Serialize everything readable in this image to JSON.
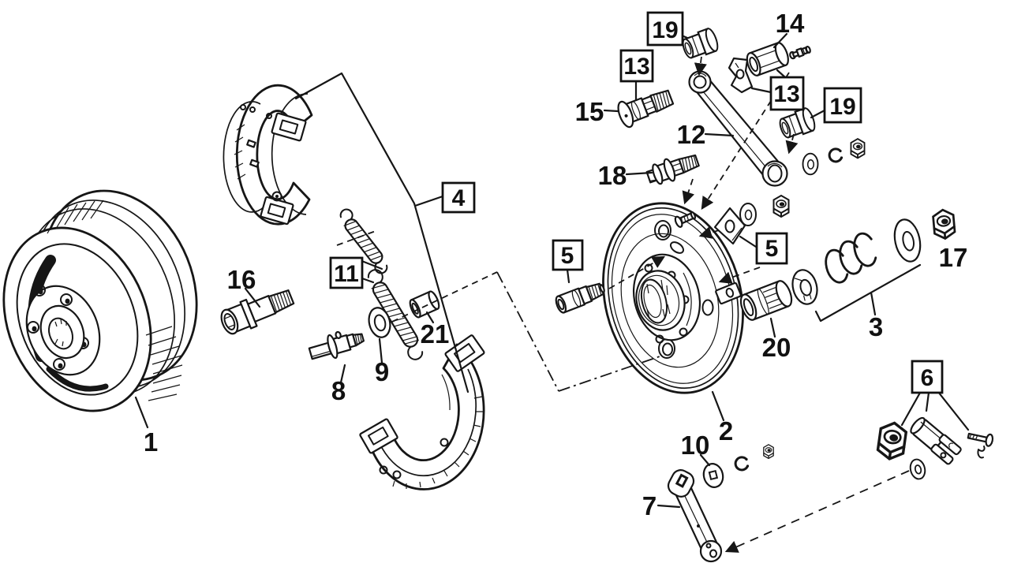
{
  "diagram": {
    "background": "#ffffff",
    "ink": "#161616",
    "callouts": [
      {
        "id": "1",
        "label": "1",
        "boxed": false
      },
      {
        "id": "2",
        "label": "2",
        "boxed": false
      },
      {
        "id": "3",
        "label": "3",
        "boxed": false
      },
      {
        "id": "4",
        "label": "4",
        "boxed": true
      },
      {
        "id": "5-left",
        "label": "5",
        "boxed": true
      },
      {
        "id": "5-right",
        "label": "5",
        "boxed": true
      },
      {
        "id": "6",
        "label": "6",
        "boxed": true
      },
      {
        "id": "7",
        "label": "7",
        "boxed": false
      },
      {
        "id": "8",
        "label": "8",
        "boxed": false
      },
      {
        "id": "9",
        "label": "9",
        "boxed": false
      },
      {
        "id": "10",
        "label": "10",
        "boxed": false
      },
      {
        "id": "11",
        "label": "11",
        "boxed": true
      },
      {
        "id": "12",
        "label": "12",
        "boxed": false
      },
      {
        "id": "13-left",
        "label": "13",
        "boxed": true
      },
      {
        "id": "13-right",
        "label": "13",
        "boxed": true
      },
      {
        "id": "14",
        "label": "14",
        "boxed": false
      },
      {
        "id": "15",
        "label": "15",
        "boxed": false
      },
      {
        "id": "16",
        "label": "16",
        "boxed": false
      },
      {
        "id": "17",
        "label": "17",
        "boxed": false
      },
      {
        "id": "18",
        "label": "18",
        "boxed": false
      },
      {
        "id": "19-top",
        "label": "19",
        "boxed": true
      },
      {
        "id": "19-right",
        "label": "19",
        "boxed": true
      },
      {
        "id": "20",
        "label": "20",
        "boxed": false
      },
      {
        "id": "21",
        "label": "21",
        "boxed": false
      }
    ]
  }
}
